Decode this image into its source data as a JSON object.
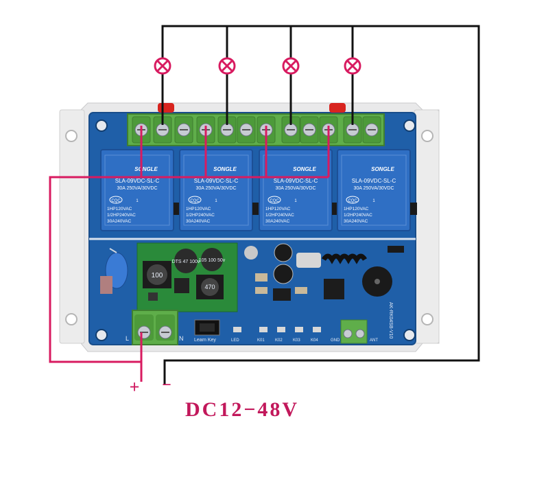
{
  "diagram": {
    "colors": {
      "wire_black": "#111111",
      "wire_pink": "#d81b60",
      "pcb_blue": "#1f5fa8",
      "relay_blue": "#2f6fc4",
      "housing": "#e9e9ea",
      "terminal_green": "#5fae4a",
      "label_pink": "#c2185b"
    },
    "relays": [
      {
        "brand": "SONGLE",
        "model": "SLA-09VDC-SL-C",
        "rating": "30A 250VA/30VDC",
        "cert": "CQC",
        "no": "1",
        "line1": "1HP120VAC",
        "line2": "1/2HP240VAC",
        "line3": "30A240VAC"
      },
      {
        "brand": "SONGLE",
        "model": "SLA-09VDC-SL-C",
        "rating": "30A 250VA/30VDC",
        "cert": "CQC",
        "no": "1",
        "line1": "1HP120VAC",
        "line2": "1/2HP240VAC",
        "line3": "30A240VAC"
      },
      {
        "brand": "SONGLE",
        "model": "SLA-09VDC-SL-C",
        "rating": "30A 250VA/30VDC",
        "cert": "CQC",
        "no": "1",
        "line1": "1HP120VAC",
        "line2": "1/2HP240VAC",
        "line3": "30A240VAC"
      },
      {
        "brand": "SONGLE",
        "model": "SLA-09VDC-SL-C",
        "rating": "30A 250VA/30VDC",
        "cert": "CQC",
        "no": "1",
        "line1": "1HP120VAC",
        "line2": "1/2HP240VAC",
        "line3": "30A240VAC"
      }
    ],
    "inductor1": "100",
    "inductor2": "470",
    "capacitor": "DTS 47 100v",
    "capacitor2": "105 100 50v",
    "terminal_L": "L",
    "terminal_N": "N",
    "silk_learn": "Learn Key",
    "silk_led": "LED",
    "silk_k1": "K01",
    "silk_k2": "K02",
    "silk_k3": "K03",
    "silk_k4": "K04",
    "silk_gnd": "GND",
    "silk_ant": "ANT",
    "silk_board": "AK-RK04SB-V10",
    "plus": "+",
    "minus": "−",
    "voltage": "DC12−48V",
    "lamp_icon": "lamp-icon"
  }
}
